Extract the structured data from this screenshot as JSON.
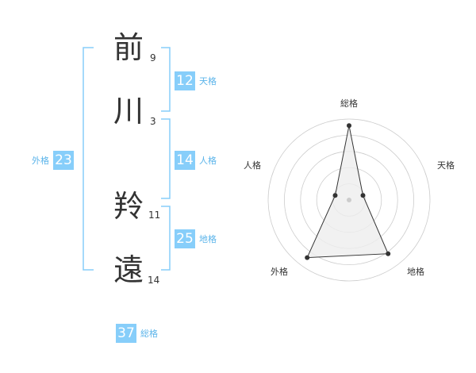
{
  "name": {
    "chars": [
      {
        "char": "前",
        "strokes": "9"
      },
      {
        "char": "川",
        "strokes": "3"
      },
      {
        "char": "羚",
        "strokes": "11"
      },
      {
        "char": "遠",
        "strokes": "14"
      }
    ]
  },
  "fortune": {
    "tenkaku": {
      "value": "12",
      "label": "天格"
    },
    "jinkaku": {
      "value": "14",
      "label": "人格"
    },
    "chikaku": {
      "value": "25",
      "label": "地格"
    },
    "gaikaku": {
      "value": "23",
      "label": "外格"
    },
    "soukaku": {
      "value": "37",
      "label": "総格"
    }
  },
  "radar": {
    "labels": {
      "top": "総格",
      "right": "天格",
      "bottom_right": "地格",
      "bottom_left": "外格",
      "left": "人格"
    },
    "levels": 5,
    "values": {
      "top": 0.92,
      "right": 0.18,
      "bottom_right": 0.82,
      "bottom_left": 0.88,
      "left": 0.18
    }
  },
  "colors": {
    "accent": "#87cefa",
    "accent_text": "#5bb4ea",
    "bracket": "#87cefa",
    "grid": "#cccccc",
    "polygon_fill": "#eeeeee",
    "polygon_stroke": "#333333"
  }
}
